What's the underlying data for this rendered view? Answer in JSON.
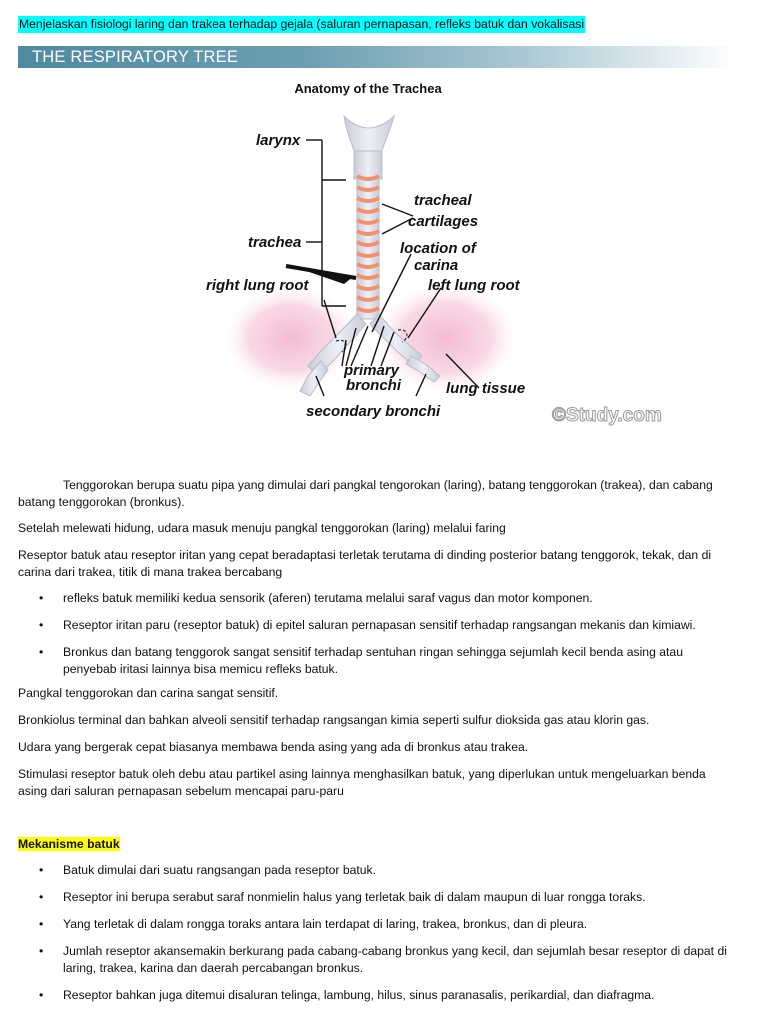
{
  "header": {
    "intro": "Menjelaskan fisiologi laring dan trakea terhadap gejala (saluran pernapasan, refleks batuk dan vokalisasi",
    "banner": "THE RESPIRATORY TREE"
  },
  "figure": {
    "title": "Anatomy of the Trachea",
    "labels": {
      "larynx": "larynx",
      "tracheal": "tracheal",
      "cartilages": "cartilages",
      "trachea": "trachea",
      "location_of": "location of",
      "carina": "carina",
      "right_lung_root": "right lung root",
      "left_lung_root": "left lung root",
      "primary": "primary",
      "bronchi": "bronchi",
      "lung_tissue": "lung tissue",
      "secondary_bronchi": "secondary bronchi"
    },
    "watermark": "©Study.com",
    "colors": {
      "cartilage": "#f29070",
      "lung": "#f3b6cf",
      "airway": "#dcdfe9"
    }
  },
  "body": {
    "p1": "Tenggorokan berupa suatu pipa yang dimulai dari pangkal tengorokan (laring), batang tenggorokan (trakea), dan cabang batang tenggorokan (bronkus).",
    "p2": "Setelah melewati hidung, udara masuk menuju pangkal tenggorokan (laring) melalui faring",
    "p3": "Reseptor batuk atau reseptor iritan yang cepat beradaptasi terletak terutama di dinding posterior batang tenggorok, tekak, dan di carina dari trakea, titik di mana trakea bercabang",
    "bullets1": [
      "refleks batuk memiliki kedua sensorik (aferen) terutama melalui saraf vagus dan motor komponen.",
      "Reseptor iritan paru (reseptor batuk) di epitel saluran pernapasan sensitif terhadap rangsangan mekanis dan kimiawi.",
      "Bronkus dan batang tenggorok sangat sensitif terhadap sentuhan ringan sehingga sejumlah kecil benda asing atau penyebab iritasi lainnya bisa memicu refleks batuk."
    ],
    "p4": " Pangkal tenggorokan dan carina sangat sensitif.",
    "p5": " Bronkiolus terminal dan bahkan alveoli sensitif terhadap rangsangan kimia seperti sulfur dioksida gas atau klorin gas.",
    "p6": " Udara yang bergerak cepat biasanya membawa benda asing yang ada di bronkus atau trakea.",
    "p7": " Stimulasi reseptor batuk oleh debu atau partikel asing lainnya menghasilkan batuk, yang diperlukan untuk mengeluarkan benda asing dari saluran pernapasan sebelum mencapai paru-paru",
    "heading": "Mekanisme batuk",
    "bullets2": [
      " Batuk dimulai dari suatu rangsangan pada reseptor batuk.",
      " Reseptor ini berupa serabut saraf nonmielin halus yang terletak baik di dalam maupun di luar rongga toraks.",
      "Yang terletak di dalam rongga toraks antara lain terdapat di laring, trakea, bronkus, dan di pleura.",
      "Jumlah reseptor akansemakin berkurang pada cabang-cabang bronkus yang kecil, dan sejumlah besar reseptor di dapat di laring, trakea, karina dan daerah percabangan bronkus.",
      "Reseptor bahkan juga ditemui disaluran telinga, lambung, hilus, sinus paranasalis, perikardial, dan diafragma."
    ],
    "bullet_glyph": "•"
  }
}
